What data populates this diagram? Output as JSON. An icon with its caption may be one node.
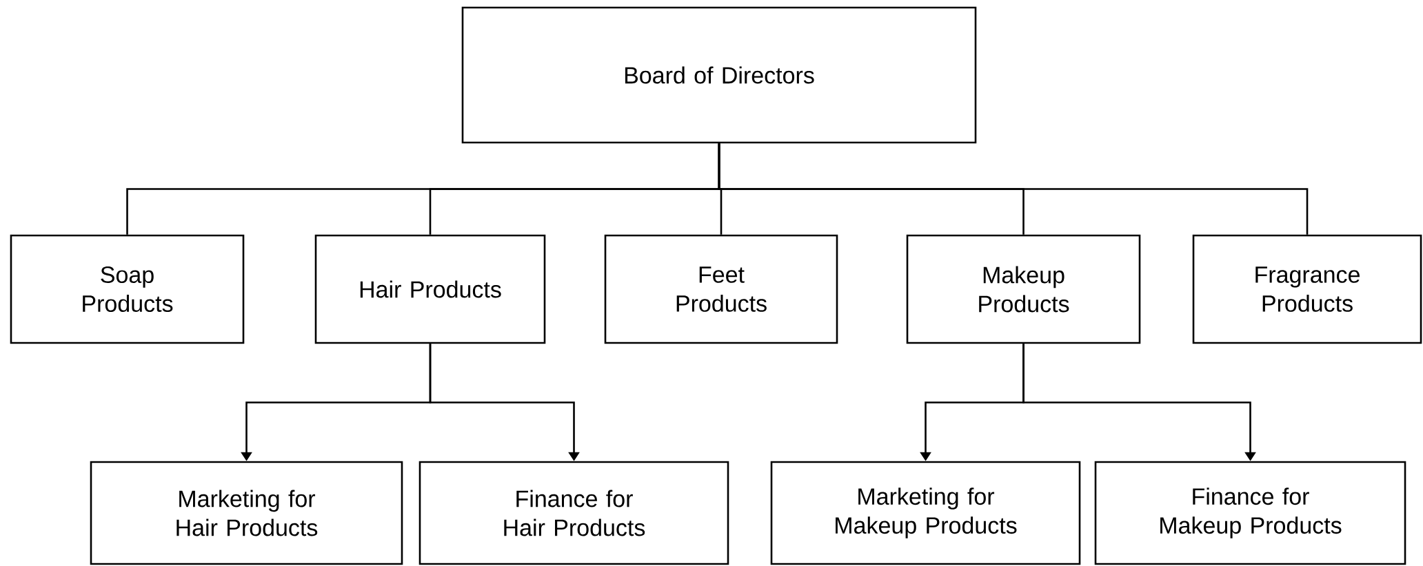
{
  "diagram": {
    "nodes": [
      {
        "text": [
          "Board of Directors"
        ]
      },
      {
        "text": [
          "Soap Products"
        ]
      },
      {
        "text": [
          "Hair Products"
        ]
      },
      {
        "text": [
          "Feet Products"
        ]
      },
      {
        "text": [
          "Makeup Products"
        ]
      },
      {
        "text": [
          "Fragrance Products"
        ]
      },
      {
        "text": [
          "Marketing for Hair Products"
        ]
      },
      {
        "text": [
          "Finance for Hair Products"
        ]
      },
      {
        "text": [
          "Marketing for Makeup Products"
        ]
      },
      {
        "text": [
          "Finance for Makeup Products"
        ]
      }
    ],
    "edges": [
      {
        "from": 0,
        "to": 1,
        "arrow": "none"
      },
      {
        "from": 0,
        "to": 2,
        "arrow": "none"
      },
      {
        "from": 0,
        "to": 3,
        "arrow": "none"
      },
      {
        "from": 0,
        "to": 4,
        "arrow": "none"
      },
      {
        "from": 0,
        "to": 5,
        "arrow": "none"
      },
      {
        "from": 2,
        "to": 6,
        "arrow": "to"
      },
      {
        "from": 2,
        "to": 7,
        "arrow": "to"
      },
      {
        "from": 4,
        "to": 8,
        "arrow": "to"
      },
      {
        "from": 4,
        "to": 9,
        "arrow": "to"
      }
    ]
  }
}
